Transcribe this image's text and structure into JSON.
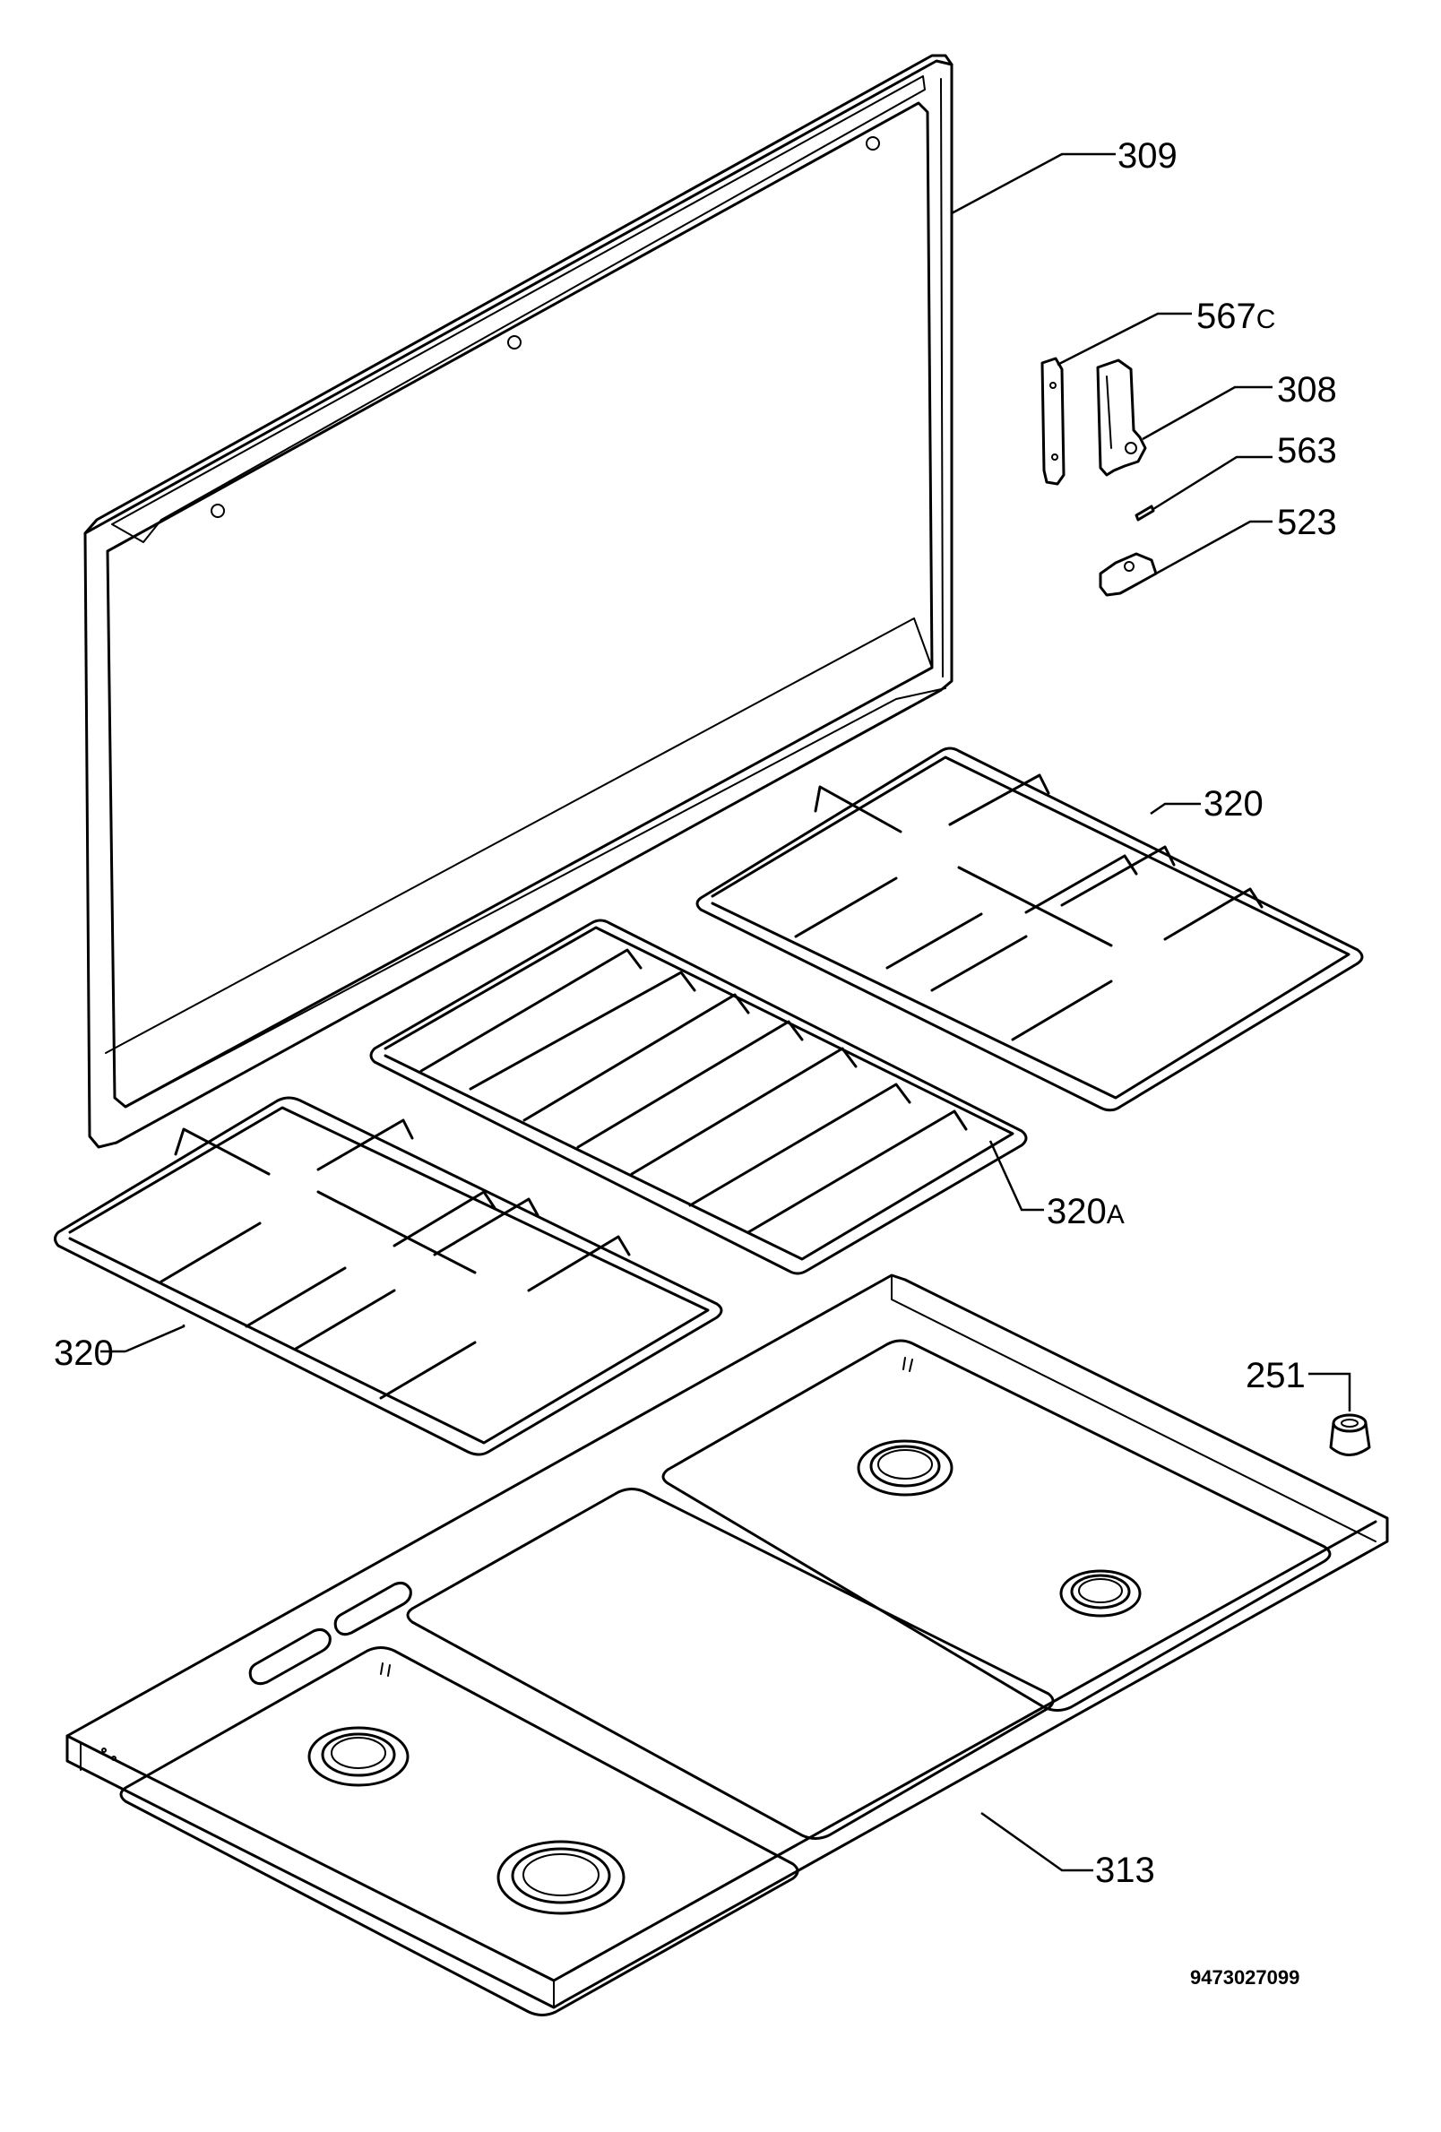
{
  "diagram": {
    "callouts": [
      {
        "id": "309",
        "main": "309",
        "suffix": ""
      },
      {
        "id": "567c",
        "main": "567",
        "suffix": "C"
      },
      {
        "id": "308",
        "main": "308",
        "suffix": ""
      },
      {
        "id": "563",
        "main": "563",
        "suffix": ""
      },
      {
        "id": "523",
        "main": "523",
        "suffix": ""
      },
      {
        "id": "320-right",
        "main": "320",
        "suffix": ""
      },
      {
        "id": "320a",
        "main": "320",
        "suffix": "A"
      },
      {
        "id": "320-left",
        "main": "320",
        "suffix": ""
      },
      {
        "id": "251",
        "main": "251",
        "suffix": ""
      },
      {
        "id": "313",
        "main": "313",
        "suffix": ""
      }
    ],
    "document_number": "9473027099"
  }
}
